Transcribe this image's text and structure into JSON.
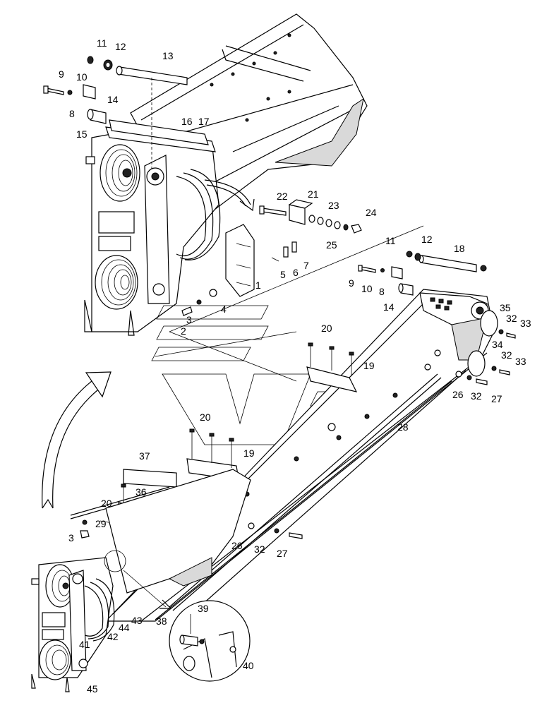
{
  "labels": [
    "1",
    "2",
    "3",
    "4",
    "5",
    "6",
    "7",
    "8",
    "9",
    "10",
    "11",
    "12",
    "13",
    "14",
    "15",
    "16",
    "17",
    "18",
    "19",
    "20",
    "21",
    "22",
    "23",
    "24",
    "25",
    "26",
    "27",
    "28",
    "29",
    "32",
    "33",
    "34",
    "35",
    "36",
    "37",
    "38",
    "39",
    "40",
    "41",
    "42",
    "43",
    "44",
    "45"
  ]
}
